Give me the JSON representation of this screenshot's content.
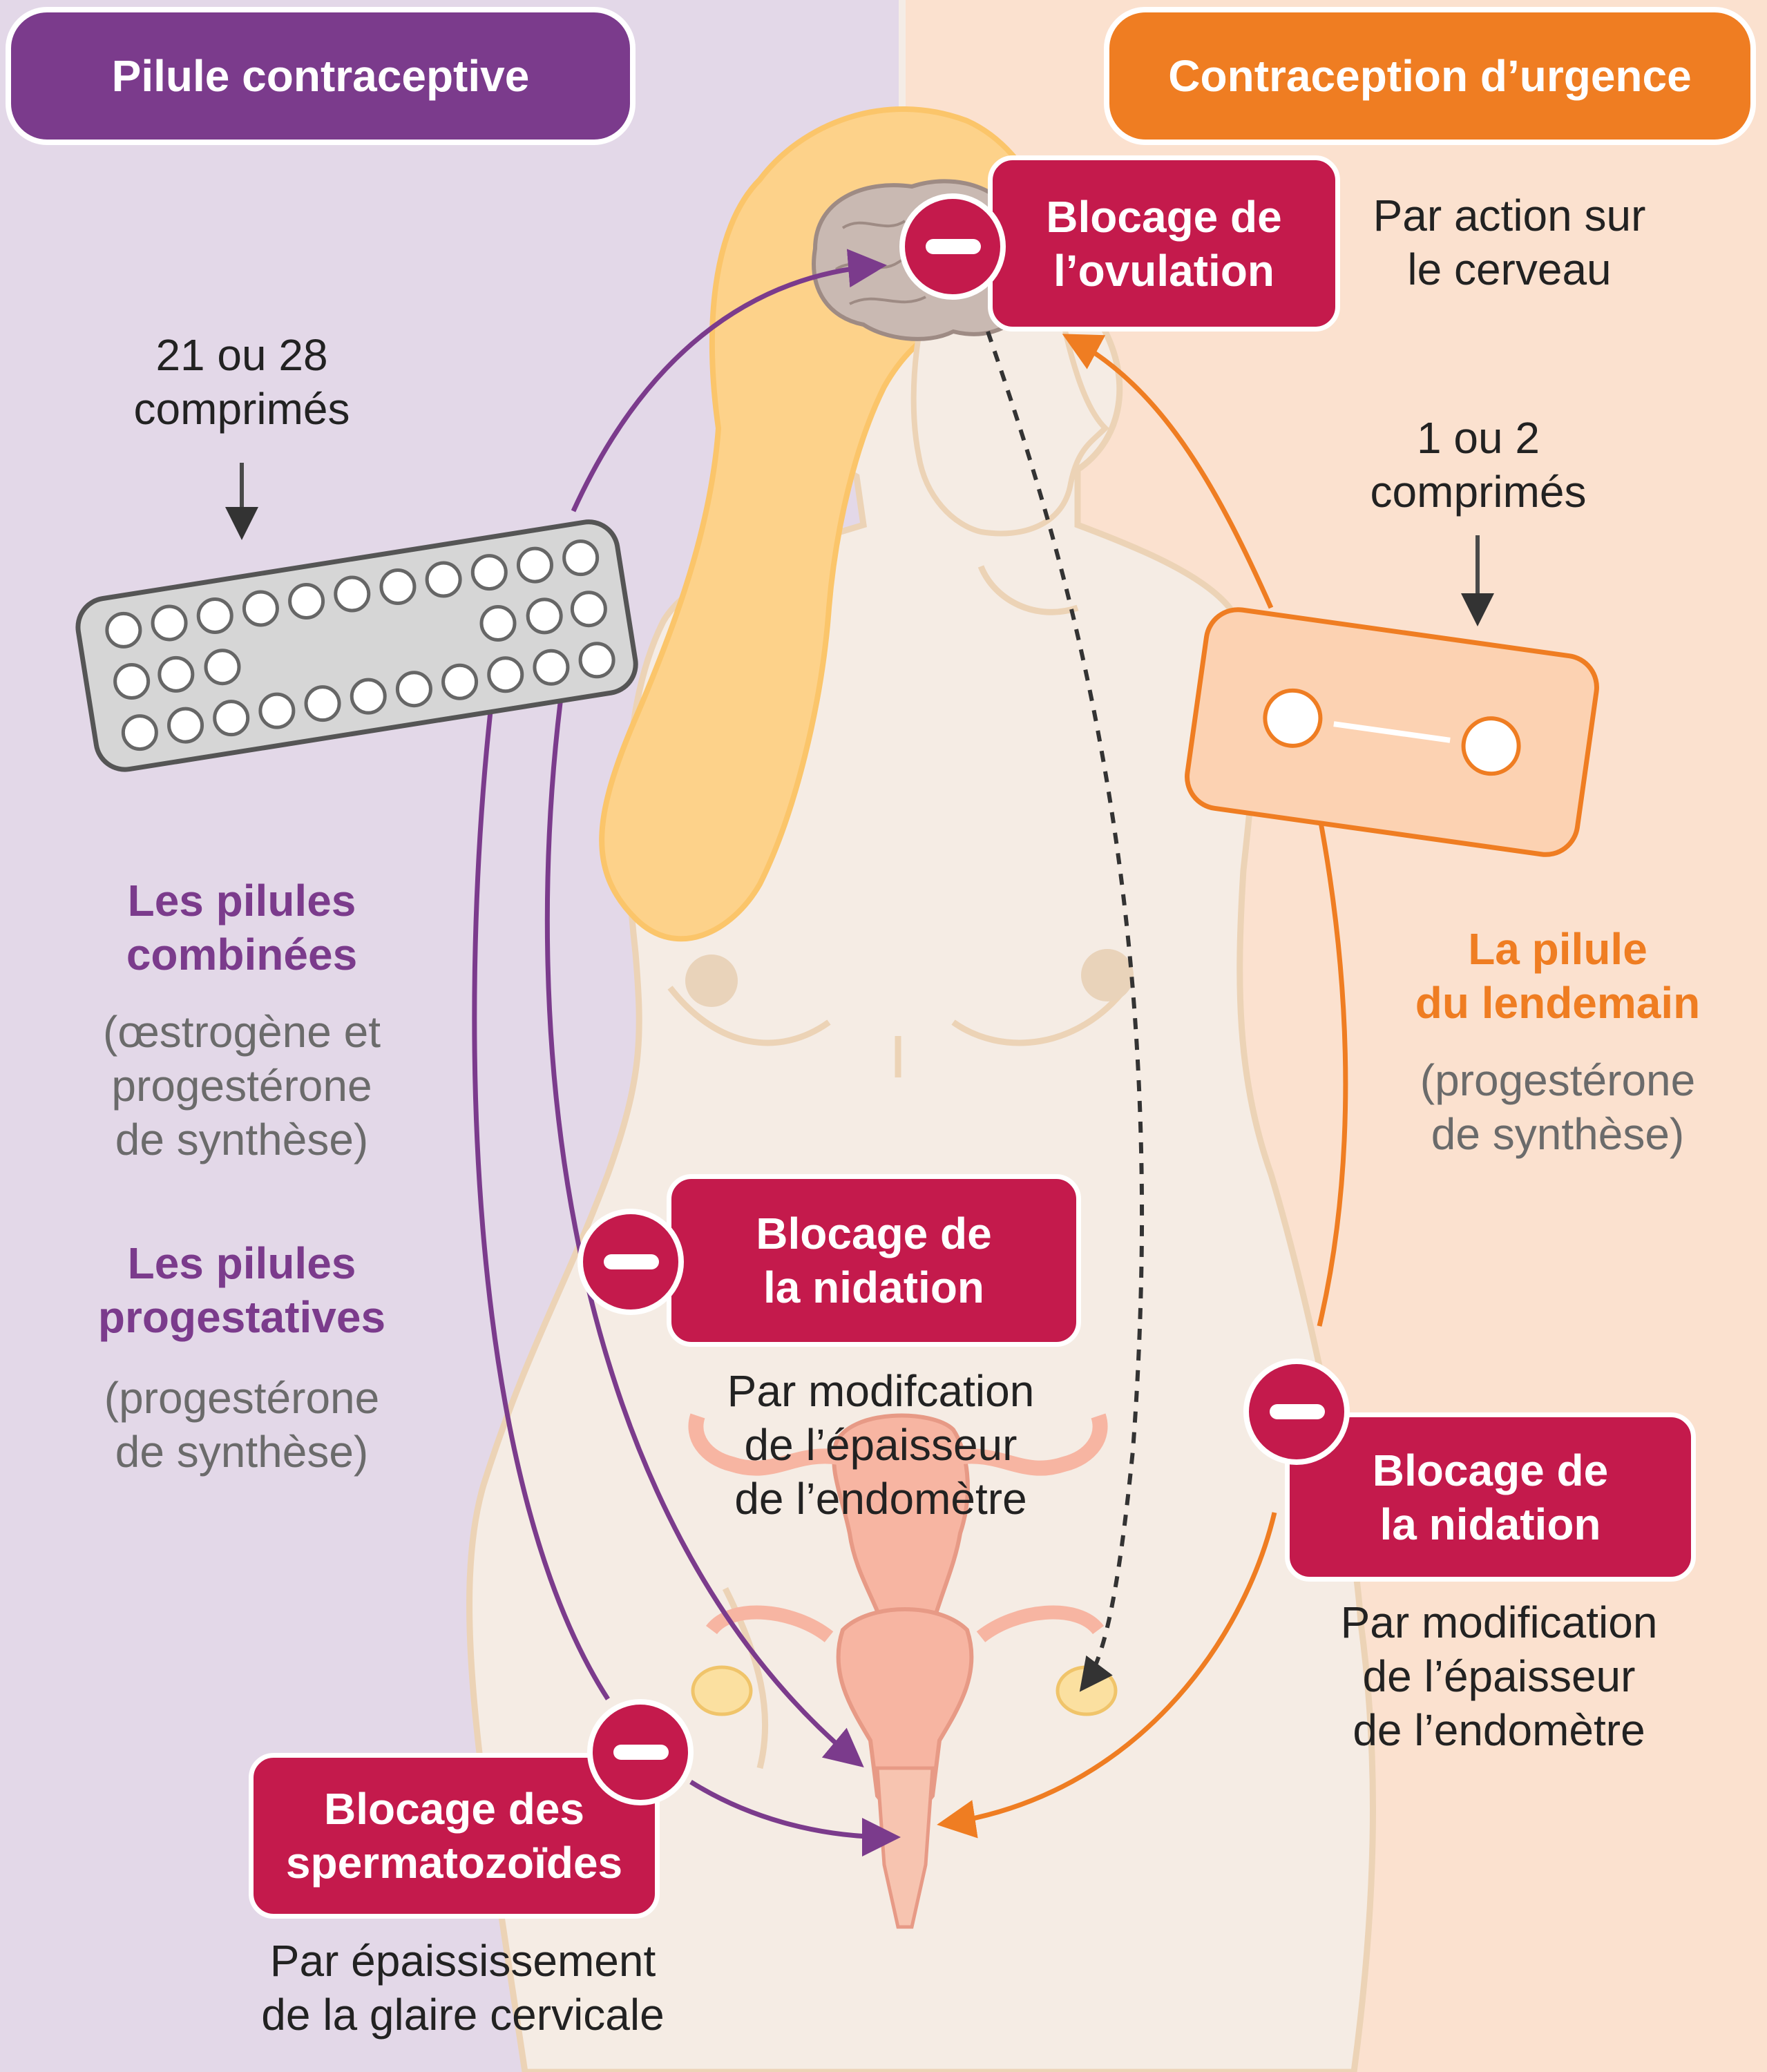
{
  "header_left": "Pilule contraceptive",
  "header_right": "Contraception d’urgence",
  "left": {
    "count_line1": "21 ou 28",
    "count_line2": "comprimés",
    "combined_title_1": "Les pilules",
    "combined_title_2": "combinées",
    "combined_desc_1": "(œstrogène et",
    "combined_desc_2": "progestérone",
    "combined_desc_3": "de synthèse)",
    "progestative_title_1": "Les pilules",
    "progestative_title_2": "progestatives",
    "progestative_desc_1": "(progestérone",
    "progestative_desc_2": "de synthèse)"
  },
  "right": {
    "count_line1": "1 ou 2",
    "count_line2": "comprimés",
    "pill_title_1": "La pilule",
    "pill_title_2": "du lendemain",
    "pill_desc_1": "(progestérone",
    "pill_desc_2": "de synthèse)"
  },
  "blocks": {
    "ovulation_1": "Blocage de",
    "ovulation_2": "l’ovulation",
    "ovulation_note_1": "Par action sur",
    "ovulation_note_2": "le cerveau",
    "nidation_left_1": "Blocage de",
    "nidation_left_2": "la nidation",
    "nidation_left_note_1": "Par modifcation",
    "nidation_left_note_2": "de l’épaisseur",
    "nidation_left_note_3": "de l’endomètre",
    "nidation_right_1": "Blocage de",
    "nidation_right_2": "la nidation",
    "nidation_right_note_1": "Par modification",
    "nidation_right_note_2": "de l’épaisseur",
    "nidation_right_note_3": "de l’endomètre",
    "sperm_1": "Blocage des",
    "sperm_2": "spermatozoïdes",
    "sperm_note_1": "Par épaississement",
    "sperm_note_2": "de la glaire cervicale"
  },
  "colors": {
    "purple": "#7b3b8c",
    "orange": "#ef7d22",
    "crimson": "#c41a4c",
    "left_bg": "#e3d8e8",
    "right_bg": "#fbe1cf"
  }
}
